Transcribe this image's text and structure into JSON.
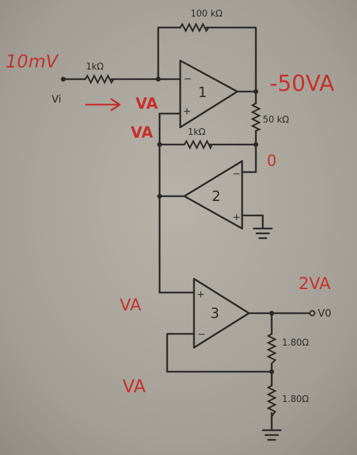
{
  "input": {
    "voltage_label": "Vi",
    "value_label": "10mV"
  },
  "resistors": {
    "feedback_top": "100 kΩ",
    "input_r": "1kΩ",
    "amp1_output": "50 kΩ",
    "amp2_feedback": "1kΩ",
    "divider_top": "1.80Ω",
    "divider_bottom": "1.80Ω"
  },
  "amplifiers": {
    "amp1": "1",
    "amp2": "2",
    "amp3": "3"
  },
  "annotations": {
    "va_label": "VA",
    "node_amp1_out": "-50VA",
    "node_zero": "0",
    "node_out": "2VA",
    "output_label": "V0"
  }
}
